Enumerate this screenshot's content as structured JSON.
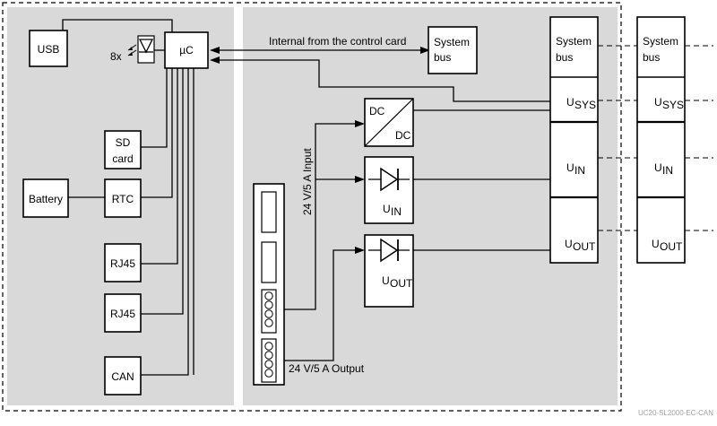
{
  "blocks": {
    "usb": "USB",
    "uc": "µC",
    "led_count": "8x",
    "sd_line1": "SD",
    "sd_line2": "card",
    "battery": "Battery",
    "rtc": "RTC",
    "rj45_1": "RJ45",
    "rj45_2": "RJ45",
    "can": "CAN",
    "dc_top": "DC",
    "dc_bottom": "DC",
    "u_letter": "U",
    "sub_in": "IN",
    "sub_out": "OUT",
    "sub_sys": "SYS",
    "sysbus_line1": "System",
    "sysbus_line2": "bus"
  },
  "labels": {
    "internal": "Internal from the control card",
    "input": "24 V/5 A Input",
    "output": "24 V/5 A Output",
    "model_code": "UC20-SL2000-EC-CAN"
  },
  "colors": {
    "panel_fill": "#d9d9d9",
    "line": "#000000",
    "box_fill": "#ffffff"
  }
}
